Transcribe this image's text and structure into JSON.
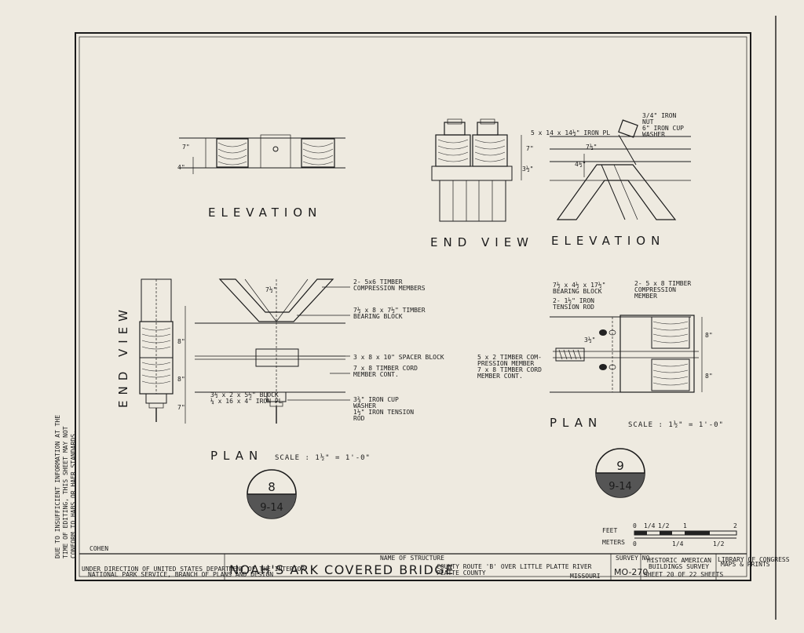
{
  "drawing": {
    "titles": {
      "elevation_top_left": "ELEVATION",
      "end_view_top": "END VIEW",
      "elevation_top_right": "ELEVATION",
      "end_view_side": "END VIEW",
      "plan_left": "PLAN",
      "plan_right": "PLAN"
    },
    "scales": {
      "left": "SCALE : 1½\" = 1'-0\"",
      "right": "SCALE : 1½\" = 1'-0\""
    },
    "callouts": {
      "left": {
        "number": "8",
        "sheet": "9-14"
      },
      "right": {
        "number": "9",
        "sheet": "9-14"
      }
    },
    "notes_top_right": [
      "3/4\" IRON",
      "NUT",
      "6\" IRON CUP",
      "WASHER",
      "5 x 14 x 14½\" IRON PL"
    ],
    "notes_plan_left": [
      "2- 5x6 TIMBER",
      "COMPRESSION MEMBERS",
      "7½ x 8 x 7½\" TIMBER",
      "BEARING BLOCK",
      "3 x 8 x 10\" SPACER BLOCK",
      "7 x 8 TIMBER CORD",
      "MEMBER CONT.",
      "3¾\" IRON CUP",
      "WASHER",
      "1½\" IRON TENSION",
      "ROD",
      "3½ x 2 x 5½\" BLOCK",
      "¼ x 16 x 4\" IRON PL"
    ],
    "notes_plan_right": [
      "7½ x 4½ x 17½\"",
      "BEARING BLOCK",
      "2- 1½\" IRON",
      "TENSION ROD",
      "2- 5 x 8 TIMBER",
      "COMPRESSION",
      "MEMBER",
      "5 x 2 TIMBER COM-",
      "PRESSION MEMBER",
      "7 x 8 TIMBER CORD",
      "MEMBER CONT."
    ],
    "dims": {
      "d7": "7\"",
      "d8": "8\"",
      "d712": "7½\"",
      "d4": "4\"",
      "d312": "3½\"",
      "d4b": "4½\""
    },
    "side_note": [
      "DUE TO INSUFFICIENT INFORMATION AT THE",
      "TIME OF EDITING, THIS SHEET MAY NOT",
      "CONFORM TO HABS OR HAER STANDARDS."
    ]
  },
  "scale_bar": {
    "feet_label": "FEET",
    "meters_label": "METERS",
    "feet_ticks": [
      "0",
      "1/4",
      "1/2",
      "1",
      "2"
    ],
    "meter_ticks": [
      "0",
      "1/4",
      "1/2"
    ]
  },
  "title_block": {
    "delineator": "COHEN",
    "agency_line1": "UNDER DIRECTION OF UNITED STATES DEPARTMENT OF THE INTERIOR",
    "agency_line2": "NATIONAL PARK SERVICE, BRANCH OF PLANS AND DESIGN",
    "name_label": "NAME OF STRUCTURE",
    "structure_name": "NOAH'S ARK COVERED BRIDGE",
    "location_line1": "COUNTY ROUTE 'B' OVER LITTLE PLATTE RIVER",
    "location_line2": "PLATTE COUNTY",
    "state": "MISSOURI",
    "survey_label": "SURVEY NO.",
    "survey_no": "MO-270",
    "survey_name_line1": "HISTORIC AMERICAN",
    "survey_name_line2": "BUILDINGS SURVEY",
    "sheet_text": "SHEET 20 OF 22 SHEETS",
    "library_line1": "LIBRARY OF CONGRESS",
    "library_line2": "MAPS & PRINTS"
  }
}
